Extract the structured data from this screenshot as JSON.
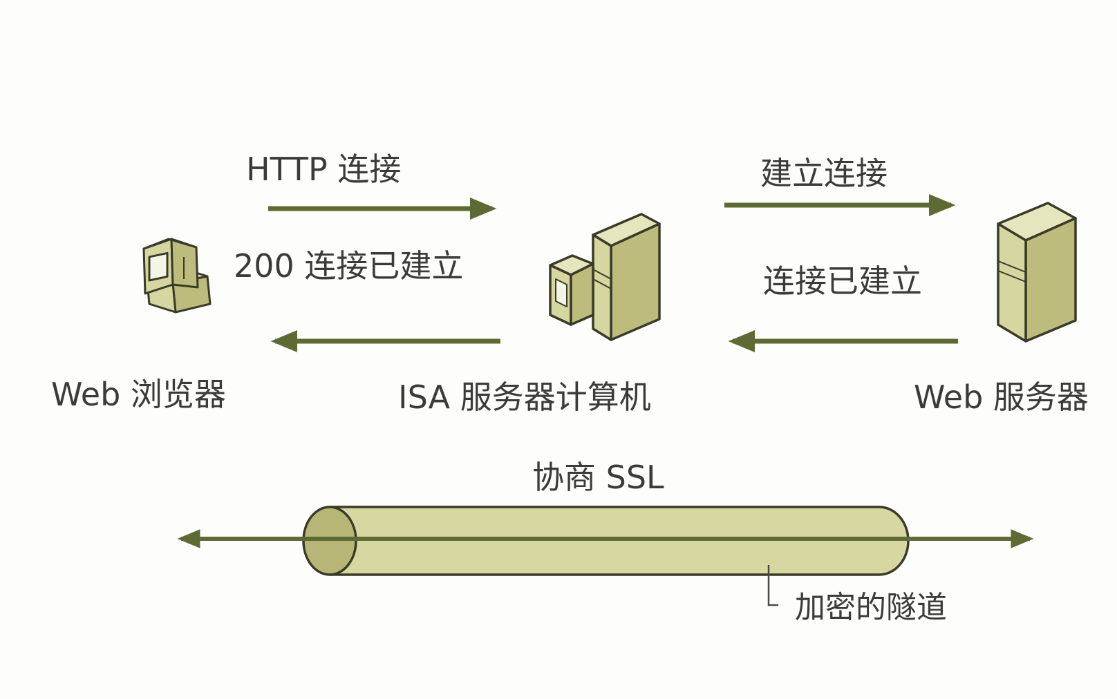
{
  "nodes": {
    "browser": {
      "label": "Web 浏览器",
      "icon": "workstation-computer-icon"
    },
    "isa": {
      "label": "ISA 服务器计算机",
      "icon": "server-computer-icon"
    },
    "web_server": {
      "label": "Web 服务器",
      "icon": "tower-server-icon"
    }
  },
  "edges": {
    "http_connect": {
      "label": "HTTP  连接",
      "from": "browser",
      "to": "isa"
    },
    "connection_established_reply": {
      "label": "200 连接已建立",
      "from": "isa",
      "to": "browser"
    },
    "establish_connection": {
      "label": "建立连接",
      "from": "isa",
      "to": "web_server"
    },
    "connection_established": {
      "label": "连接已建立",
      "from": "web_server",
      "to": "isa"
    }
  },
  "tunnel": {
    "title": "协商 SSL",
    "callout": "加密的隧道"
  },
  "colors": {
    "arrow": "#5e6a33",
    "fill": "#d6d6a0",
    "fill_dark": "#b8b676",
    "outline": "#3a3a28",
    "text": "#3b3b3b"
  }
}
